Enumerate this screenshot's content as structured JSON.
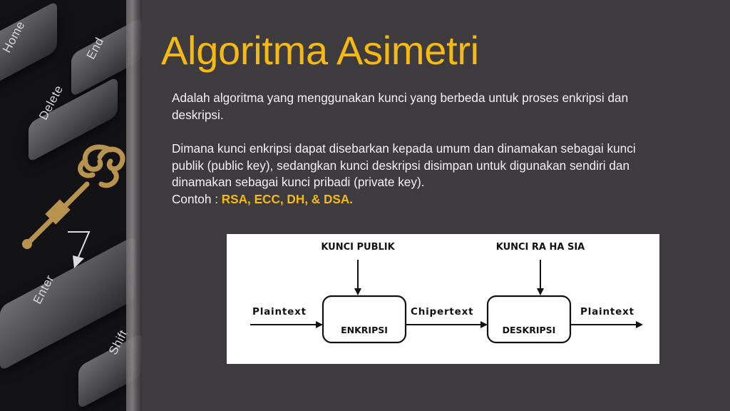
{
  "slide": {
    "title": "Algoritma Asimetri",
    "background_color": "#3e3b3e",
    "accent_color": "#f6b912",
    "paragraph1_line1": "Adalah algoritma yang menggunakan kunci yang berbeda untuk proses enkripsi dan",
    "paragraph1_line2": "deskripsi.",
    "paragraph2_line1": "Dimana kunci enkripsi dapat disebarkan kepada umum dan dinamakan sebagai kunci",
    "paragraph2_line2": "publik (public key), sedangkan kunci deskripsi disimpan untuk digunakan sendiri dan",
    "paragraph2_line3": "dinamakan sebagai kunci pribadi (private key).",
    "example_label": "Contoh : ",
    "example_values": "RSA, ECC, DH, & DSA."
  },
  "photo": {
    "description": "keyboard with golden key",
    "key_labels": [
      "Home",
      "End",
      "Delete",
      "Enter",
      "Shift"
    ]
  },
  "diagram": {
    "public_key_label": "KUNCI PUBLIK",
    "secret_key_label": "KUNCI RA HA SIA",
    "input_label": "Plaintext",
    "middle_label": "Chipertext",
    "output_label": "Plaintext",
    "encrypt_box": "ENKRIPSI",
    "decrypt_box": "DESKRIPSI"
  }
}
